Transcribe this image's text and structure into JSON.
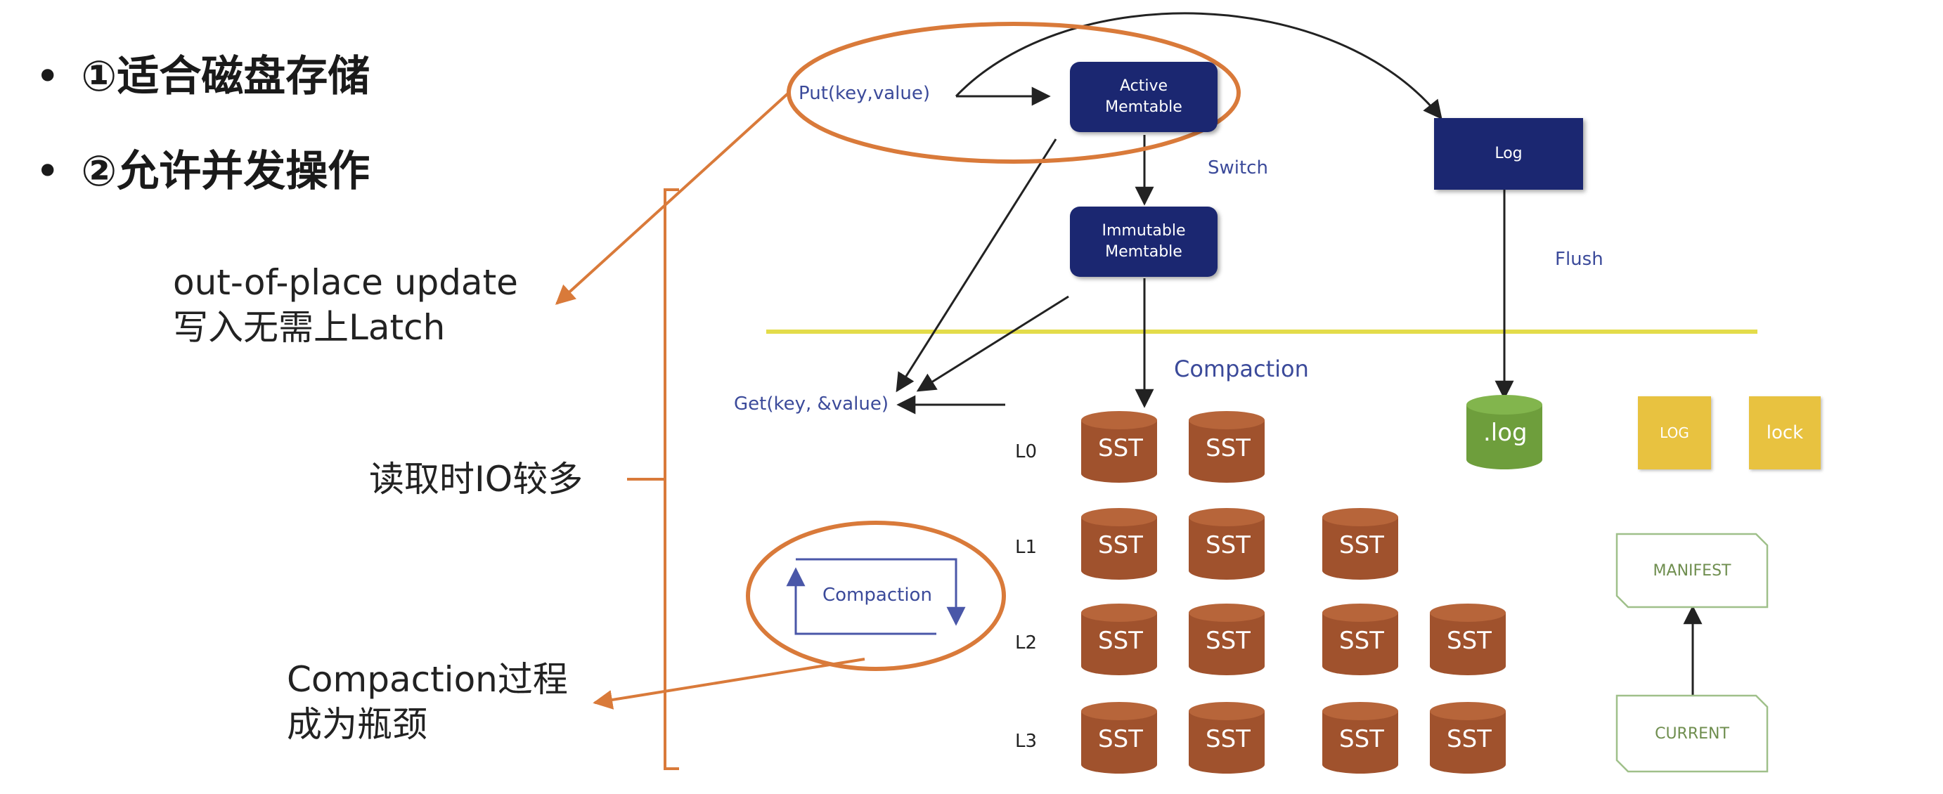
{
  "bullets": [
    {
      "marker": "•",
      "text": "①适合磁盘存储"
    },
    {
      "marker": "•",
      "text": "②允许并发操作"
    }
  ],
  "annotations": {
    "out_of_place_line1": "out-of-place update",
    "out_of_place_line2": "写入无需上Latch",
    "read_io": "读取时IO较多",
    "compaction_line1": "Compaction过程",
    "compaction_line2": "成为瓶颈"
  },
  "diagram": {
    "put": "Put(key,value)",
    "get": "Get(key, &value)",
    "active_line1": "Active",
    "active_line2": "Memtable",
    "immutable_line1": "Immutable",
    "immutable_line2": "Memtable",
    "log_box": "Log",
    "switch": "Switch",
    "flush": "Flush",
    "compaction_center": "Compaction",
    "compaction_loop": "Compaction",
    "levels": [
      "L0",
      "L1",
      "L2",
      "L3"
    ],
    "sst_label": "SST",
    "log_file": ".log",
    "yellow_log": "LOG",
    "yellow_lock": "lock",
    "manifest": "MANIFEST",
    "current": "CURRENT"
  },
  "colors": {
    "dark_box": "#1b2771",
    "sst": "#a0522d",
    "log_cylinder": "#6e9e3c",
    "yellow_files": "#e8c240",
    "annotation_orange": "#d97a3a",
    "divider_yellow": "#e3dc4a",
    "text_blue": "#3b4a9a"
  }
}
